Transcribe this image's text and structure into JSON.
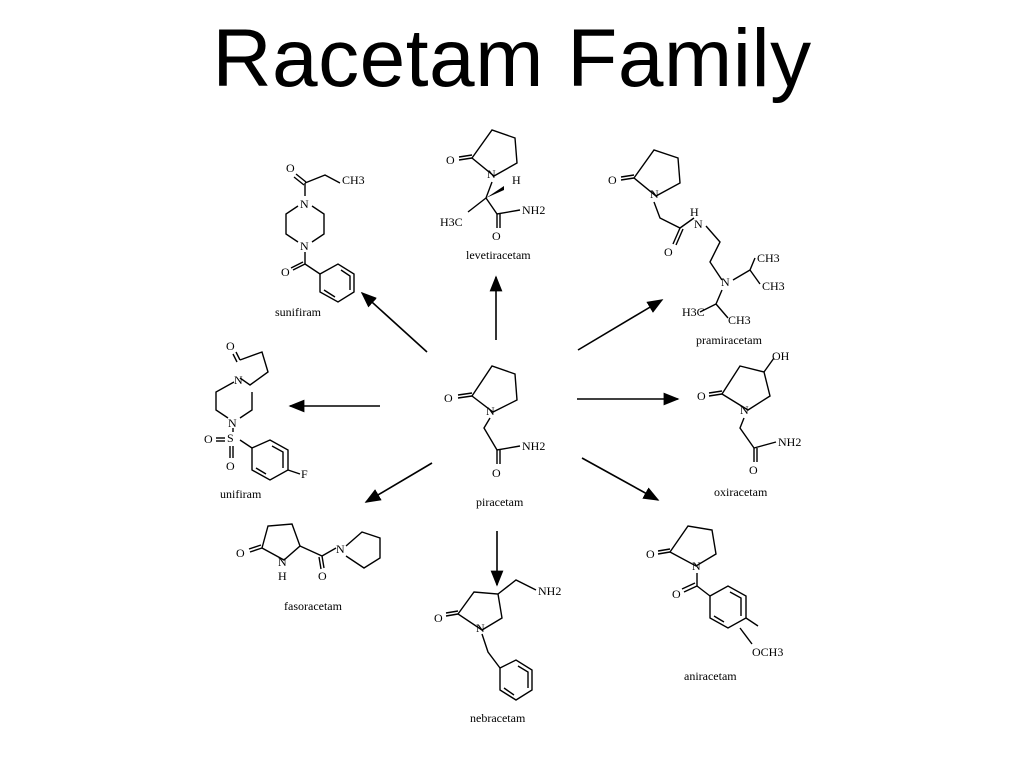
{
  "title": "Racetam Family",
  "compounds": {
    "center": "piracetam",
    "sunifiram": "sunifiram",
    "levetiracetam": "levetiracetam",
    "pramiracetam": "pramiracetam",
    "unifiram": "unifiram",
    "oxiracetam": "oxiracetam",
    "fasoracetam": "fasoracetam",
    "nebracetam": "nebracetam",
    "aniracetam": "aniracetam"
  },
  "atoms": {
    "O": "O",
    "N": "N",
    "H": "H",
    "S": "S",
    "F": "F",
    "OH": "OH",
    "NH": "NH",
    "NH2": "NH2",
    "CH3": "CH3",
    "H3C": "H3C",
    "OCH3": "OCH3"
  }
}
